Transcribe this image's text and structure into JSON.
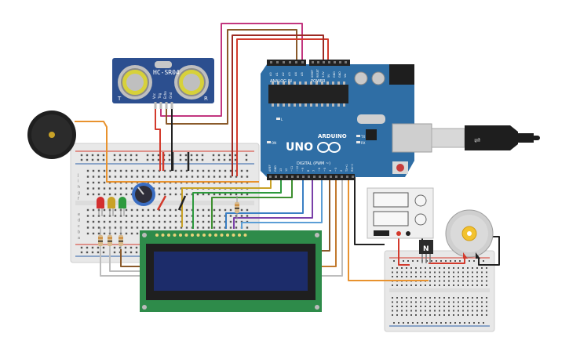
{
  "sensor": {
    "model": "HC-SR04",
    "left_mark": "T",
    "right_mark": "R",
    "pins": [
      "Vcc",
      "Trig",
      "Echo",
      "Gnd"
    ]
  },
  "arduino": {
    "brand": "ARDUINO",
    "model": "UNO",
    "header_power": "POWER",
    "header_analog": "ANALOG IN",
    "header_digital": "DIGITAL (PWM ~)",
    "power_pins": [
      "IOREF",
      "RESET",
      "3.3V",
      "5V",
      "GND",
      "GND",
      "Vin"
    ],
    "analog_pins": [
      "A0",
      "A1",
      "A2",
      "A3",
      "A4",
      "A5"
    ],
    "digital_pins": [
      "AREF",
      "GND",
      "13",
      "12",
      "~11",
      "~10",
      "~9",
      "8",
      "7",
      "~6",
      "~5",
      "4",
      "~3",
      "2",
      "TX→1",
      "RX←0"
    ],
    "led_labels": [
      "ON",
      "L",
      "TX",
      "RX"
    ]
  },
  "breadboard": {
    "row_letters": [
      "a",
      "b",
      "c",
      "d",
      "e",
      "f",
      "g",
      "h",
      "i",
      "j"
    ]
  },
  "leds": {
    "colors": [
      "#d32f2f",
      "#c9a227",
      "#2e9a3e"
    ]
  },
  "colors": {
    "pcb": "#2f6ea5",
    "pcb_dark": "#1f4f7d",
    "breadboard": "#e8e8e8",
    "lcd_board": "#2e8b4a",
    "lcd_screen": "#1c2c6a",
    "wire_orange": "#e8922e",
    "wire_magenta": "#c2367f",
    "wire_brown": "#8a5a2b",
    "wire_red": "#d33a2c"
  }
}
